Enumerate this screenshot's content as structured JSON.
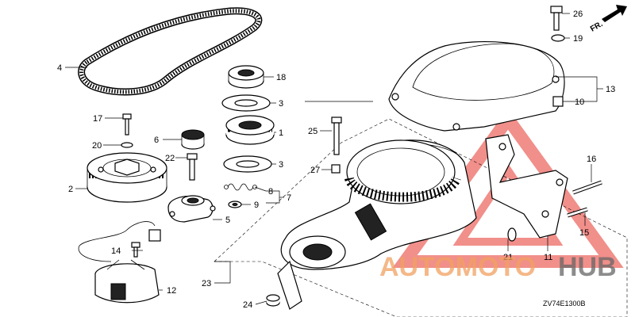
{
  "diagram": {
    "code": "ZV74E1300B",
    "direction_label": "FR.",
    "watermark": {
      "part1": "AUTOMOTO",
      "part2": "HUB",
      "color": "#e8453c"
    },
    "callouts": [
      "1",
      "2",
      "3",
      "4",
      "5",
      "6",
      "7",
      "8",
      "9",
      "10",
      "11",
      "12",
      "13",
      "14",
      "15",
      "16",
      "17",
      "18",
      "19",
      "20",
      "21",
      "22",
      "23",
      "24",
      "25",
      "26",
      "27"
    ]
  }
}
